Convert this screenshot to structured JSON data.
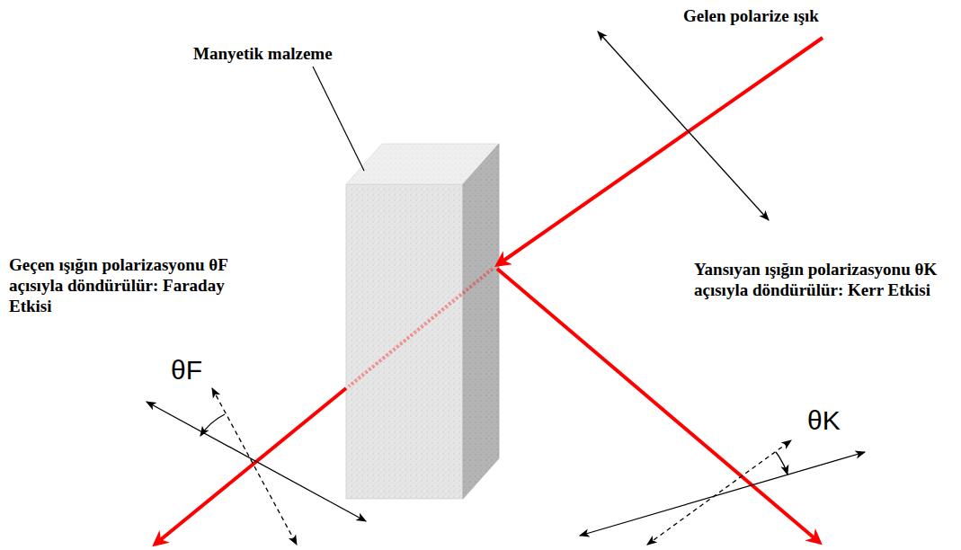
{
  "diagram": {
    "labels": [
      "Gelen polarize ışık",
      "Manyetik malzeme",
      "Geçen ışığın polarizasyonu θF açısıyla döndürülür: Faraday Etkisi",
      "θF",
      "Yansıyan ışığın polarizasyonu θK açısıyla döndürülür: Kerr Etkisi",
      "θK"
    ]
  }
}
